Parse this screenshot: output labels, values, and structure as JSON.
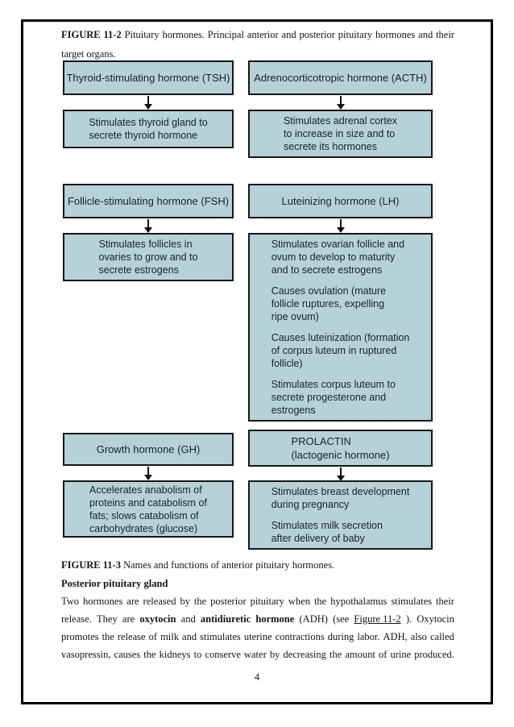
{
  "colors": {
    "box_fill": "#b7d1d8",
    "box_border": "#171717",
    "diagram_text": "#16232b",
    "body_text": "#141414"
  },
  "figure_11_2_caption": {
    "line1": [
      {
        "t": "FIGURE 11-2",
        "b": true
      },
      {
        "t": "Pituitary hormones. Principal anterior and posterior pituitary hormones and their"
      }
    ],
    "line2": "target organs."
  },
  "diagram": {
    "tsh": {
      "title": "Thyroid-stimulating hormone (TSH)"
    },
    "tsh_function": {
      "lines": [
        "Stimulates thyroid gland to",
        "secrete thyroid hormone"
      ]
    },
    "acth": {
      "title": "Adrenocorticotropic hormone (ACTH)"
    },
    "acth_function": {
      "lines": [
        "Stimulates adrenal cortex",
        "to increase in size and to",
        "secrete its hormones"
      ]
    },
    "fsh": {
      "title": "Follicle-stimulating hormone (FSH)"
    },
    "fsh_function": {
      "lines": [
        "Stimulates follicles in",
        "ovaries to grow and to",
        "secrete estrogens"
      ]
    },
    "lh": {
      "title": "Luteinizing hormone (LH)"
    },
    "lh_function": {
      "lines": [
        "Stimulates ovarian follicle and",
        "ovum to develop to maturity",
        "and to secrete estrogens",
        "",
        "Causes ovulation (mature",
        "follicle ruptures, expelling",
        "ripe ovum)",
        "",
        "Causes luteinization (formation",
        "of corpus luteum in ruptured",
        "follicle)",
        "",
        "Stimulates corpus luteum to",
        "secrete progesterone and",
        "estrogens"
      ]
    },
    "gh": {
      "title": "Growth hormone (GH)"
    },
    "gh_function": {
      "lines": [
        "Accelerates anabolism of",
        "proteins and catabolism of",
        "fats; slows catabolism of",
        "carbohydrates (glucose)"
      ]
    },
    "prolactin": {
      "lines": [
        "PROLACTIN",
        "(lactogenic hormone)"
      ]
    },
    "prolactin_function": {
      "lines": [
        "Stimulates breast development",
        "during pregnancy",
        "",
        "Stimulates milk secretion",
        "after delivery of baby"
      ]
    }
  },
  "figure_11_3_caption": [
    {
      "t": "FIGURE 11-3 ",
      "b": true
    },
    {
      "t": "Names and functions of anterior pituitary hormones."
    }
  ],
  "section_heading": "Posterior pituitary gland",
  "paragraph": {
    "line1": [
      {
        "t": "Two hormones are released by the posterior pituitary when the hypothalamus stimulates their"
      }
    ],
    "line2": [
      {
        "t": "release. They are"
      },
      {
        "t": "oxytocin",
        "b": true
      },
      {
        "t": "and"
      },
      {
        "t": "antidiuretic hormone",
        "b": true
      },
      {
        "t": "(ADH) (see"
      },
      {
        "t": "Figure 11-2",
        "u": true,
        "n": "figure-11-2-link",
        "i": true
      },
      {
        "t": "). Oxytocin"
      }
    ],
    "line3": [
      {
        "t": "promotes the release of milk and stimulates uterine contractions during labor. ADH, also called"
      }
    ],
    "line4": [
      {
        "t": "vasopressin, causes the kidneys to conserve water by decreasing the amount of urine produced."
      }
    ]
  },
  "page_number": "4"
}
